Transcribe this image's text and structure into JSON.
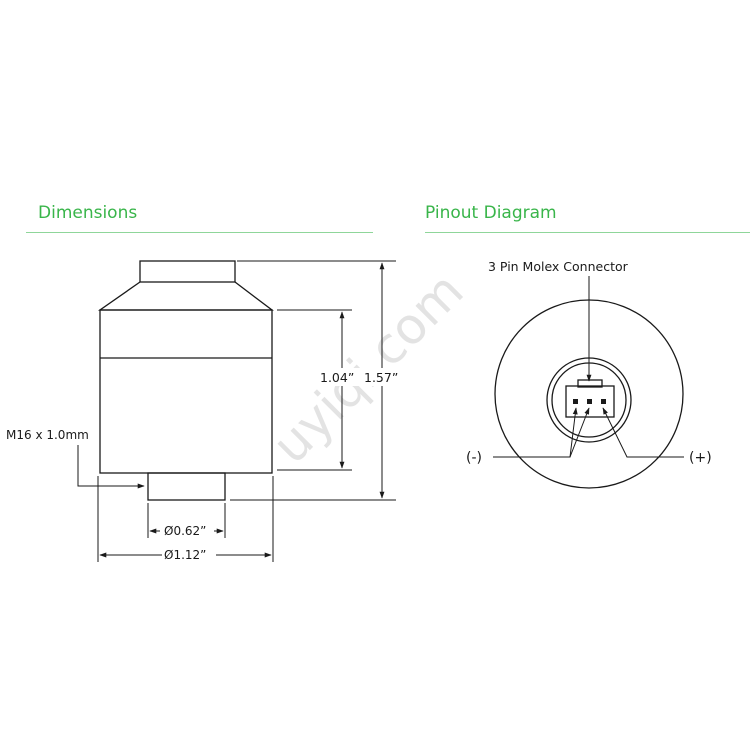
{
  "titles": {
    "dimensions": "Dimensions",
    "pinout": "Pinout Diagram"
  },
  "dimensions": {
    "thread": "M16 x 1.0mm",
    "body_height": "1.04”",
    "total_height": "1.57”",
    "small_diameter": "Ø0.62”",
    "large_diameter": "Ø1.12”"
  },
  "pinout": {
    "connector": "3 Pin Molex Connector",
    "negative": "(-)",
    "positive": "(+)"
  },
  "watermark": "uyiqi.com",
  "colors": {
    "accent": "#39b54a",
    "rule": "#8fd69a",
    "line": "#1a1a1a",
    "watermark": "#e3e3e3"
  }
}
